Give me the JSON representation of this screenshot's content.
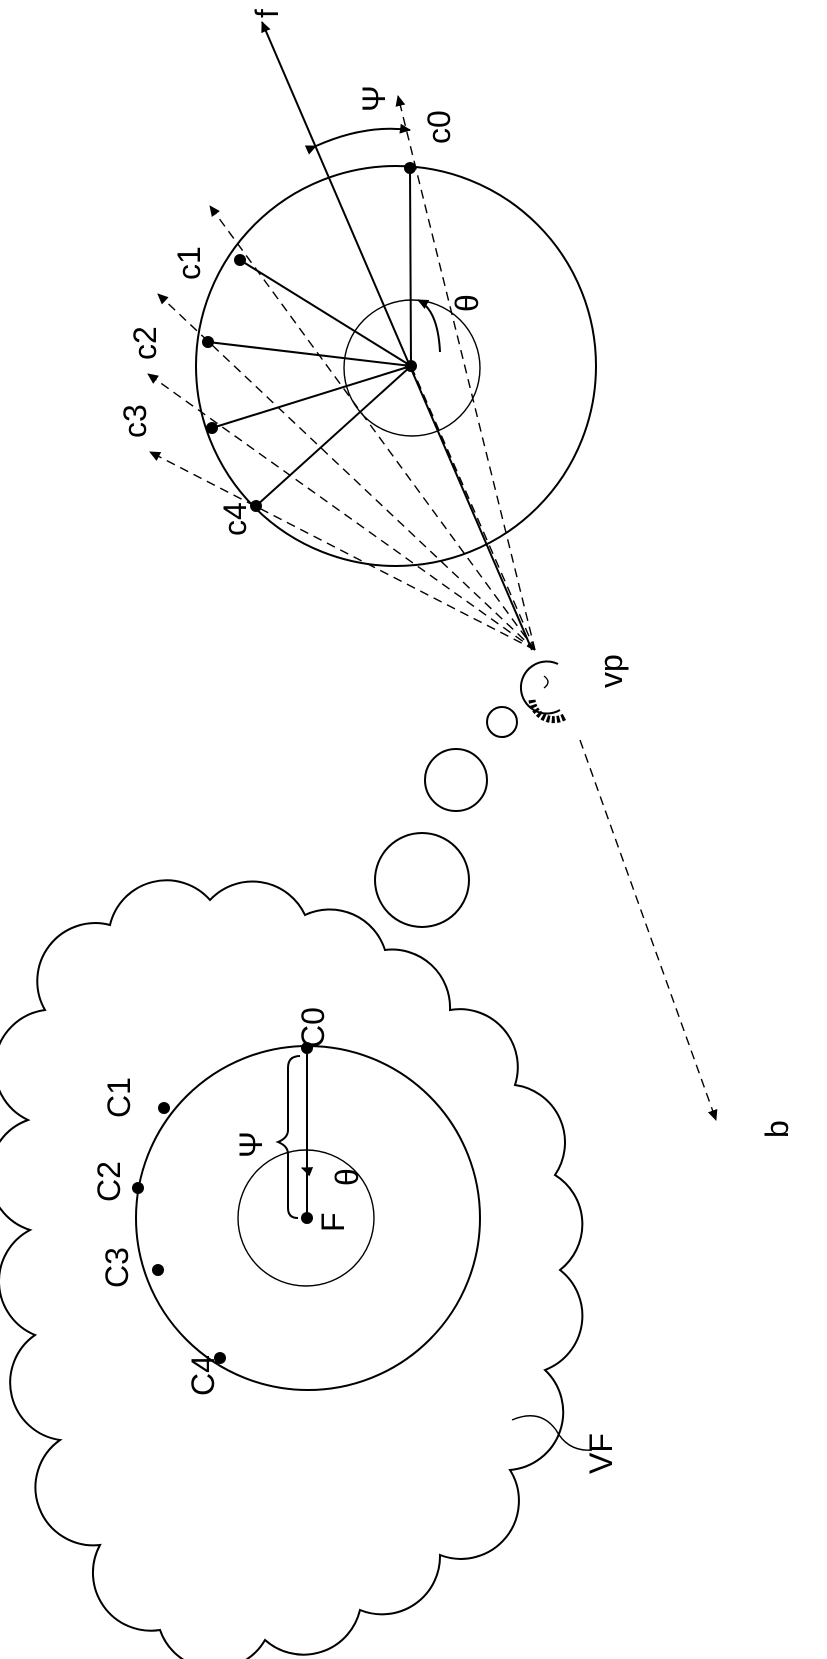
{
  "labels": {
    "f": "f",
    "b": "b",
    "vp": "vp",
    "vf": "VF",
    "psi_right": "Ψ",
    "theta_right": "θ",
    "c0_right": "c0",
    "c1_right": "c1",
    "c2_right": "c2",
    "c3_right": "c3",
    "c4_right": "c4",
    "psi_left": "Ψ",
    "theta_left": "θ",
    "f_point": "F",
    "c0_left": "C0",
    "c1_left": "C1",
    "c2_left": "C2",
    "c3_left": "C3",
    "c4_left": "C4"
  }
}
